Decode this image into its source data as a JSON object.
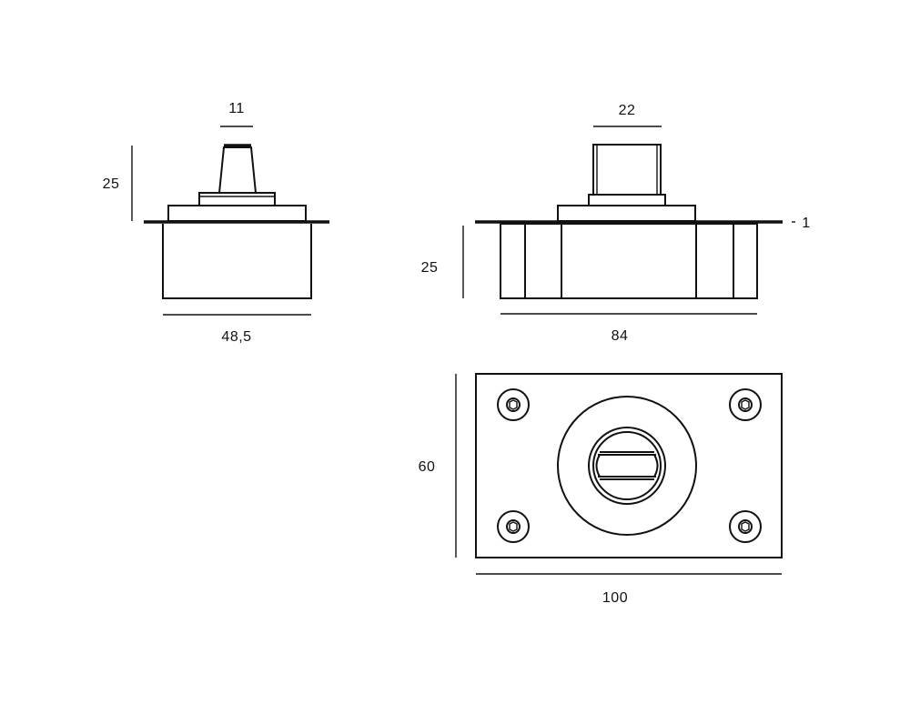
{
  "dimensions": {
    "side_view_top_width": "11",
    "side_view_height": "25",
    "side_view_width": "48,5",
    "front_view_top_width": "22",
    "front_view_plate_thickness": "1",
    "front_view_height": "25",
    "front_view_width": "84",
    "plan_view_height": "60",
    "plan_view_width": "100"
  },
  "colors": {
    "line": "#111111",
    "background": "#ffffff"
  }
}
